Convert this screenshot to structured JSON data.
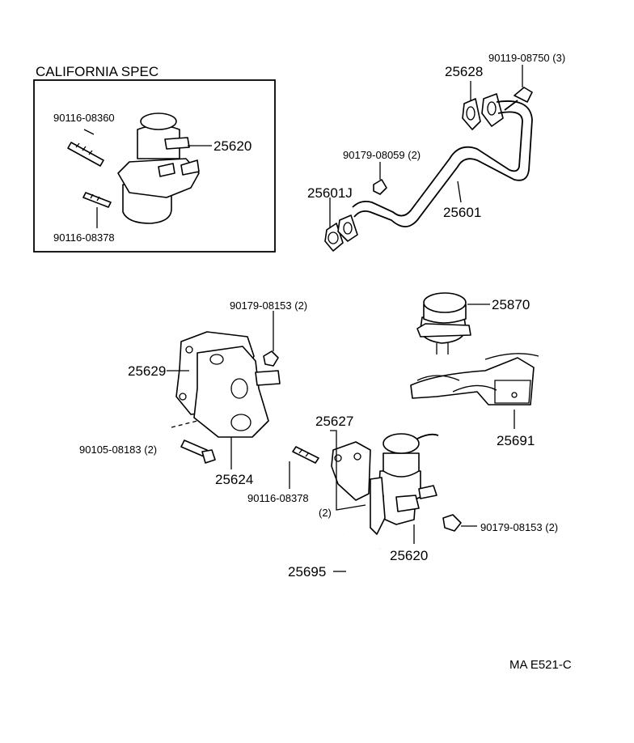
{
  "inset": {
    "title": "CALIFORNIA  SPEC",
    "labels": {
      "stud_top": "90116-08360",
      "valve": "25620",
      "stud_bottom": "90116-08378"
    }
  },
  "labels": {
    "bolt_top": "90119-08750 (3)",
    "gasket_top": "25628",
    "nut_pipe": "90179-08059 (2)",
    "gasket_pipe": "25601J",
    "pipe": "25601",
    "modulator": "25870",
    "nut_adapter": "90179-08153 (2)",
    "adapter_gasket": "25629",
    "bracket": "25691",
    "valve_gasket": "25627",
    "bolt_adapter": "90105-08183 (2)",
    "adapter": "25624",
    "stud_valve": "90116-08378",
    "stud_valve_qty": "(2)",
    "nut_valve": "90179-08153 (2)",
    "valve": "25620",
    "hose": "25695"
  },
  "footer": {
    "code": "MA  E521-C"
  }
}
